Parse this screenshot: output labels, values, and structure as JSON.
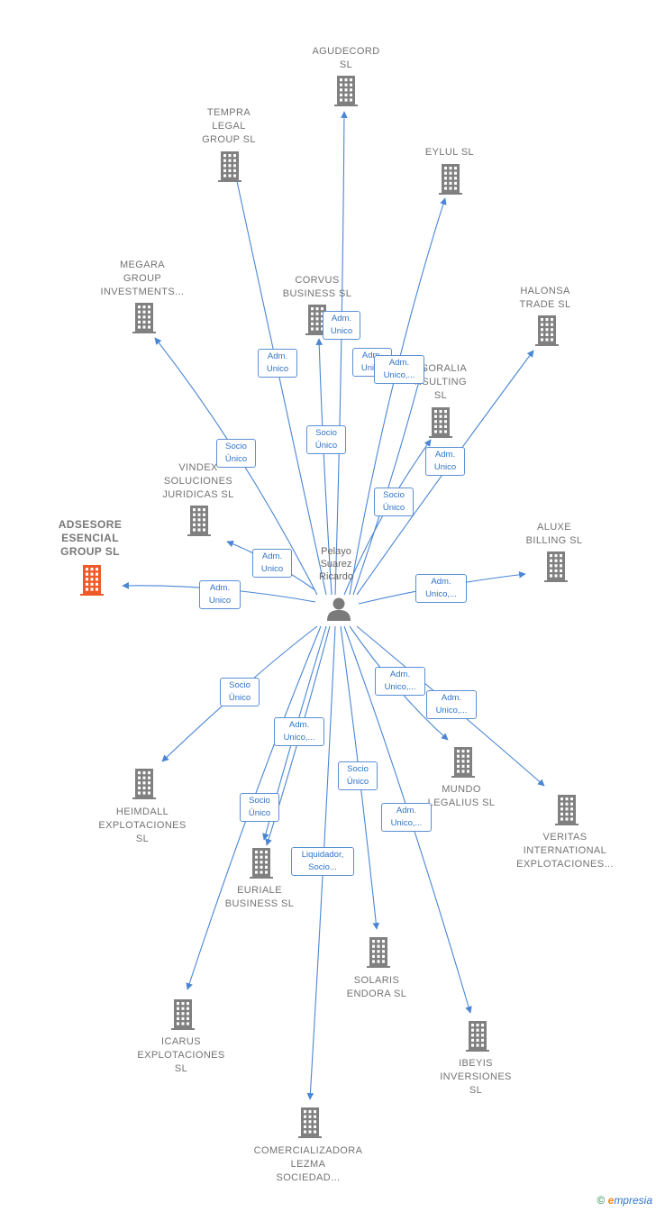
{
  "colors": {
    "edge": "#4a86d4",
    "building": "#808080",
    "highlight": "#f05a28",
    "person": "#7a7a7a"
  },
  "center": {
    "name": "Pelayo\nSuarez\nRicardo",
    "icon": "person-icon"
  },
  "companies": [
    {
      "id": "agudecord",
      "name": "AGUDECORD\nSL"
    },
    {
      "id": "tempra",
      "name": "TEMPRA\nLEGAL\nGROUP  SL"
    },
    {
      "id": "eylul",
      "name": "EYLUL  SL"
    },
    {
      "id": "megara",
      "name": "MEGARA\nGROUP\nINVESTMENTS..."
    },
    {
      "id": "corvus",
      "name": "CORVUS\nBUSINESS  SL"
    },
    {
      "id": "halonsa",
      "name": "HALONSA\nTRADE  SL"
    },
    {
      "id": "esoralia",
      "name": "ESORALIA\nNSULTING\nSL"
    },
    {
      "id": "vindex",
      "name": "VINDEX\nSOLUCIONES\nJURIDICAS  SL"
    },
    {
      "id": "adsesore",
      "name": "ADSESORE\nESENCIAL\nGROUP  SL",
      "highlight": true
    },
    {
      "id": "aluxe",
      "name": "ALUXE\nBILLING  SL"
    },
    {
      "id": "heimdall",
      "name": "HEIMDALL\nEXPLOTACIONES\nSL"
    },
    {
      "id": "mundo",
      "name": "MUNDO\nLEGALIUS  SL"
    },
    {
      "id": "veritas",
      "name": "VERITAS\nINTERNATIONAL\nEXPLOTACIONES..."
    },
    {
      "id": "euriale",
      "name": "EURIALE\nBUSINESS  SL"
    },
    {
      "id": "solaris",
      "name": "SOLARIS\nENDORA  SL"
    },
    {
      "id": "icarus",
      "name": "ICARUS\nEXPLOTACIONES\nSL"
    },
    {
      "id": "ibeyis",
      "name": "IBEYIS\nINVERSIONES\nSL"
    },
    {
      "id": "comercializadora",
      "name": "COMERCIALIZADORA\nLEZMA\nSOCIEDAD..."
    }
  ],
  "relations": [
    {
      "to": "agudecord",
      "label": "Adm.\nUnico"
    },
    {
      "to": "tempra",
      "label": "Adm.\nUnico"
    },
    {
      "to": "eylul",
      "label": "Adm.\nUnico"
    },
    {
      "to": "megara",
      "label": "Socio\nÚnico"
    },
    {
      "to": "corvus",
      "label": "Socio\nÚnico"
    },
    {
      "to": "halonsa",
      "label": "Adm.\nUnico"
    },
    {
      "to": "esoralia",
      "label": "Socio\nÚnico"
    },
    {
      "to": "esoralia",
      "label": "Adm.\nUnico,..."
    },
    {
      "to": "vindex",
      "label": "Adm.\nUnico"
    },
    {
      "to": "adsesore",
      "label": "Adm.\nUnico"
    },
    {
      "to": "aluxe",
      "label": "Adm.\nUnico,..."
    },
    {
      "to": "heimdall",
      "label": "Socio\nÚnico"
    },
    {
      "to": "mundo",
      "label": "Adm.\nUnico,..."
    },
    {
      "to": "veritas",
      "label": "Adm.\nUnico,..."
    },
    {
      "to": "euriale",
      "label": "Adm.\nUnico,..."
    },
    {
      "to": "euriale",
      "label": "Socio\nÚnico"
    },
    {
      "to": "solaris",
      "label": "Socio\nÚnico"
    },
    {
      "to": "icarus",
      "label": "Socio\nÚnico"
    },
    {
      "to": "ibeyis",
      "label": "Adm.\nUnico,..."
    },
    {
      "to": "comercializadora",
      "label": "Liquidador,\nSocio..."
    }
  ],
  "footer": {
    "copyright_symbol": "©",
    "brand_initial": "e",
    "brand_rest": "mpresia"
  }
}
